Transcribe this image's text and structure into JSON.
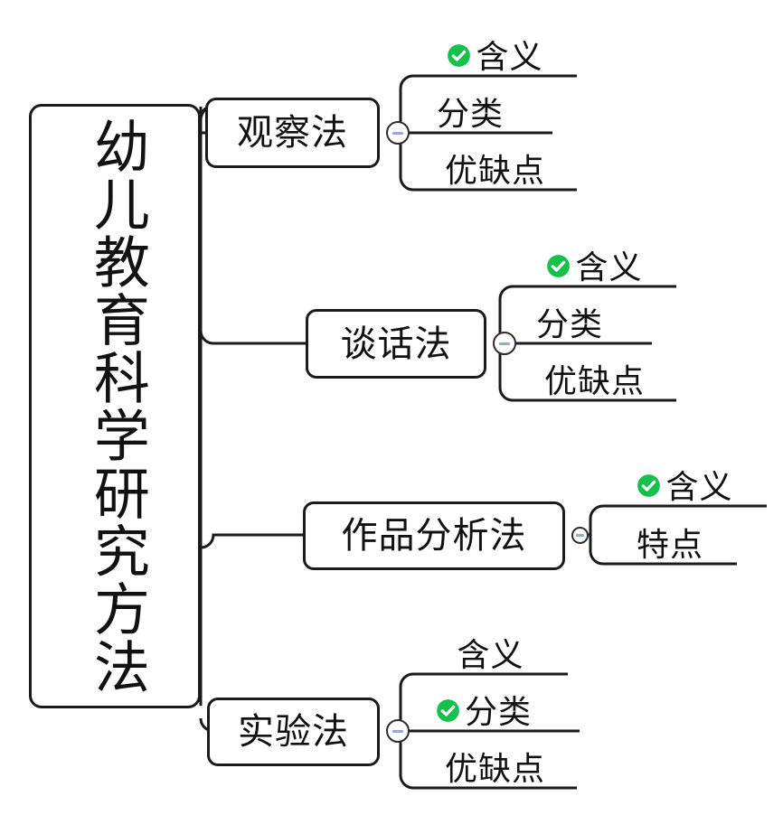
{
  "diagram": {
    "type": "mind-map",
    "title": "幼儿教育科学研究方法",
    "orientation": "left-to-right",
    "colors": {
      "stroke": "#1a1a1a",
      "text": "#111111",
      "check": "#16c14b",
      "toggle_minus": "#9aa8cf",
      "background": "#ffffff"
    },
    "root": {
      "label": "幼儿教育科学研究方法",
      "text_direction": "vertical"
    },
    "toggles": [
      {
        "name": "toggle-observation",
        "state": "expanded",
        "glyph": "minus"
      },
      {
        "name": "toggle-conversation",
        "state": "expanded",
        "glyph": "minus"
      },
      {
        "name": "toggle-artifact",
        "state": "expanded",
        "glyph": "minus"
      },
      {
        "name": "toggle-experiment",
        "state": "expanded",
        "glyph": "minus"
      }
    ],
    "branches": [
      {
        "id": "observation",
        "label": "观察法",
        "leaves": [
          {
            "label": "含义",
            "checked": true
          },
          {
            "label": "分类",
            "checked": false
          },
          {
            "label": "优缺点",
            "checked": false
          }
        ]
      },
      {
        "id": "conversation",
        "label": "谈话法",
        "leaves": [
          {
            "label": "含义",
            "checked": true
          },
          {
            "label": "分类",
            "checked": false
          },
          {
            "label": "优缺点",
            "checked": false
          }
        ]
      },
      {
        "id": "artifact-analysis",
        "label": "作品分析法",
        "leaves": [
          {
            "label": "含义",
            "checked": true
          },
          {
            "label": "特点",
            "checked": false
          }
        ]
      },
      {
        "id": "experiment",
        "label": "实验法",
        "leaves": [
          {
            "label": "含义",
            "checked": false
          },
          {
            "label": "分类",
            "checked": true
          },
          {
            "label": "优缺点",
            "checked": false
          }
        ]
      }
    ]
  }
}
